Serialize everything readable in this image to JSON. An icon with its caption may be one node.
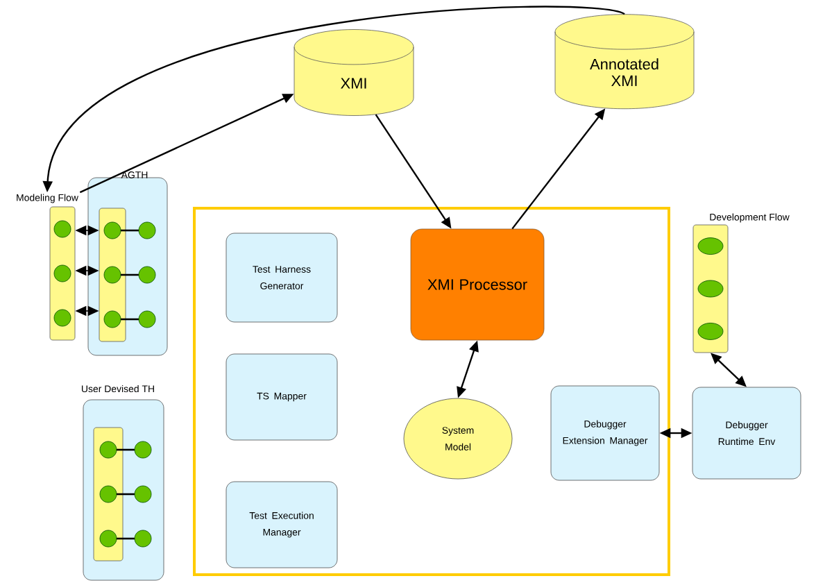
{
  "diagram": {
    "nodes": [
      {
        "text": [
          "XMI"
        ]
      },
      {
        "text": [
          "Annotated XMI"
        ]
      },
      {
        "text": [
          "Modeling Flow"
        ]
      },
      {
        "text": [
          "AGTH"
        ]
      },
      {
        "text": [],
        "shape": "bar",
        "in": 3
      },
      {
        "text": [
          "User Devised TH"
        ]
      },
      {
        "text": [],
        "shape": "bar",
        "in": 5
      },
      {
        "text": [],
        "shape": "box"
      },
      {
        "text": [
          "Test Harness Generator"
        ],
        "in": 7
      },
      {
        "text": [
          "TS Mapper"
        ],
        "in": 7
      },
      {
        "text": [
          "Test Execution Manager"
        ],
        "in": 7
      },
      {
        "text": [
          "XMI Processor"
        ],
        "in": 7
      },
      {
        "text": [
          "System Model"
        ],
        "in": 7
      },
      {
        "text": [
          "Debugger Extension Manager"
        ],
        "in": 7
      },
      {
        "text": [
          "Development Flow"
        ]
      },
      {
        "text": [
          "Debugger Runtime Env"
        ]
      }
    ],
    "edges": [
      {
        "from": 2,
        "to": 0,
        "arrow": "to"
      },
      {
        "from": 1,
        "to": 2,
        "arrow": "to"
      },
      {
        "from": 0,
        "to": 11,
        "arrow": "to"
      },
      {
        "from": 11,
        "to": 1,
        "arrow": "to"
      },
      {
        "from": 11,
        "to": 12,
        "arrow": "both"
      },
      {
        "from": 13,
        "to": 15,
        "arrow": "both"
      },
      {
        "from": 14,
        "to": 15,
        "arrow": "both"
      },
      {
        "from": 2,
        "to": 4,
        "arrow": "both"
      },
      {
        "from": 2,
        "to": 4,
        "arrow": "both"
      },
      {
        "from": 2,
        "to": 4,
        "arrow": "both"
      }
    ]
  }
}
